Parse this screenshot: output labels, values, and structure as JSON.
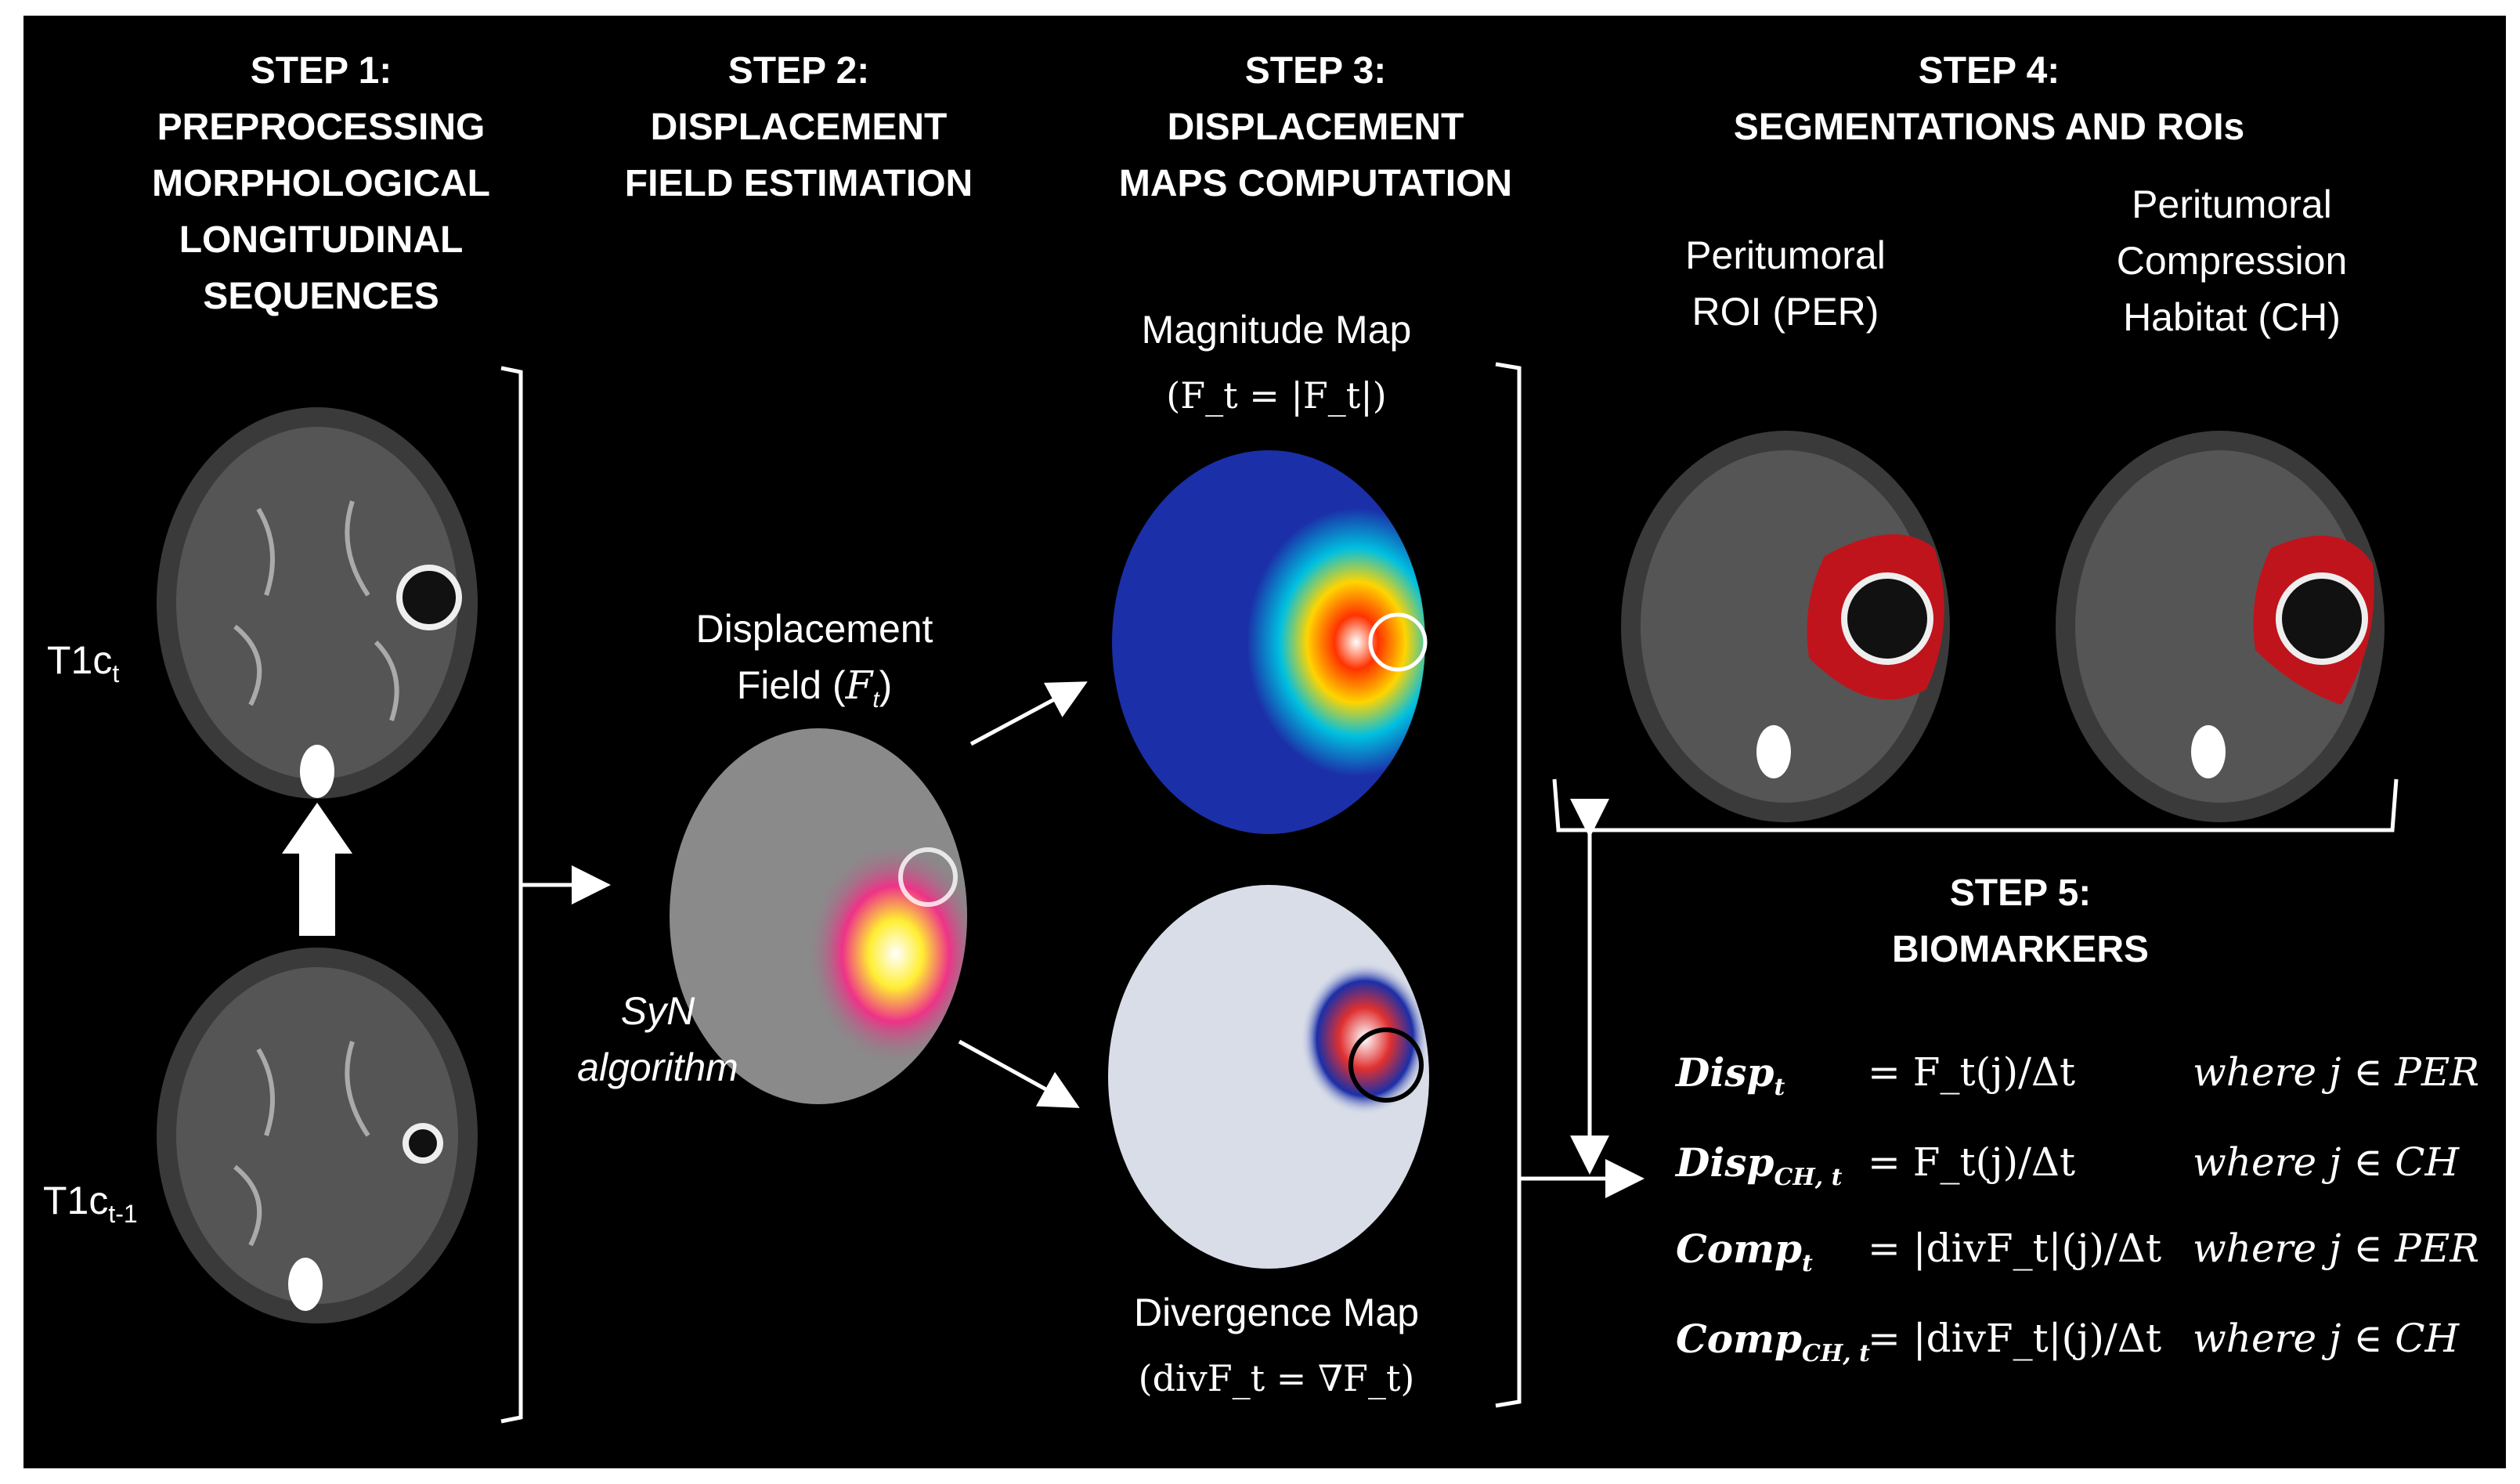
{
  "steps": {
    "step1": "STEP 1:\nPREPROCESSING\nMORPHOLOGICAL\nLONGITUDINAL\nSEQUENCES",
    "step2": "STEP 2:\nDISPLACEMENT\nFIELD ESTIMATION",
    "step3": "STEP 3:\nDISPLACEMENT\nMAPS COMPUTATION",
    "step4": "STEP 4:\nSEGMENTATIONS AND ROIs",
    "step5": "STEP 5:\nBIOMARKERS"
  },
  "images": {
    "t1c_t": {
      "base": "T1c",
      "sub": "t"
    },
    "t1c_t1": {
      "base": "T1c",
      "sub": "t-1"
    }
  },
  "step2": {
    "label": "Displacement\nField (",
    "symbol": "F",
    "sub": "t",
    "close": ")",
    "algorithm": "SyN\nalgorithm"
  },
  "step3": {
    "magnitude_label": "Magnitude Map",
    "magnitude_formula": "(F_t = |F_t|)",
    "divergence_label": "Divergence Map",
    "divergence_formula": "(divF_t = ∇F_t)"
  },
  "step4": {
    "per_label": "Peritumoral\nROI (PER)",
    "ch_label": "Peritumoral\nCompression\nHabitat (CH)"
  },
  "biomarkers": [
    {
      "name": "Disp",
      "sub": "t",
      "formula": "= F_t(j)/Δt",
      "where": "where j ∈ PER"
    },
    {
      "name": "Disp",
      "sub": "CH, t",
      "formula": "= F_t(j)/Δt",
      "where": "where j ∈ CH"
    },
    {
      "name": "Comp",
      "sub": "t",
      "formula": "= |divF_t|(j)/Δt",
      "where": "where j ∈ PER"
    },
    {
      "name": "Comp",
      "sub": "CH, t",
      "formula": "= |divF_t|(j)/Δt",
      "where": "where j ∈ CH"
    }
  ],
  "colors": {
    "background": "#000000",
    "text": "#ffffff",
    "roi_red": "#c0141c",
    "magnitude_blue": "#1b2fa8",
    "divergence_red": "#e03030"
  }
}
